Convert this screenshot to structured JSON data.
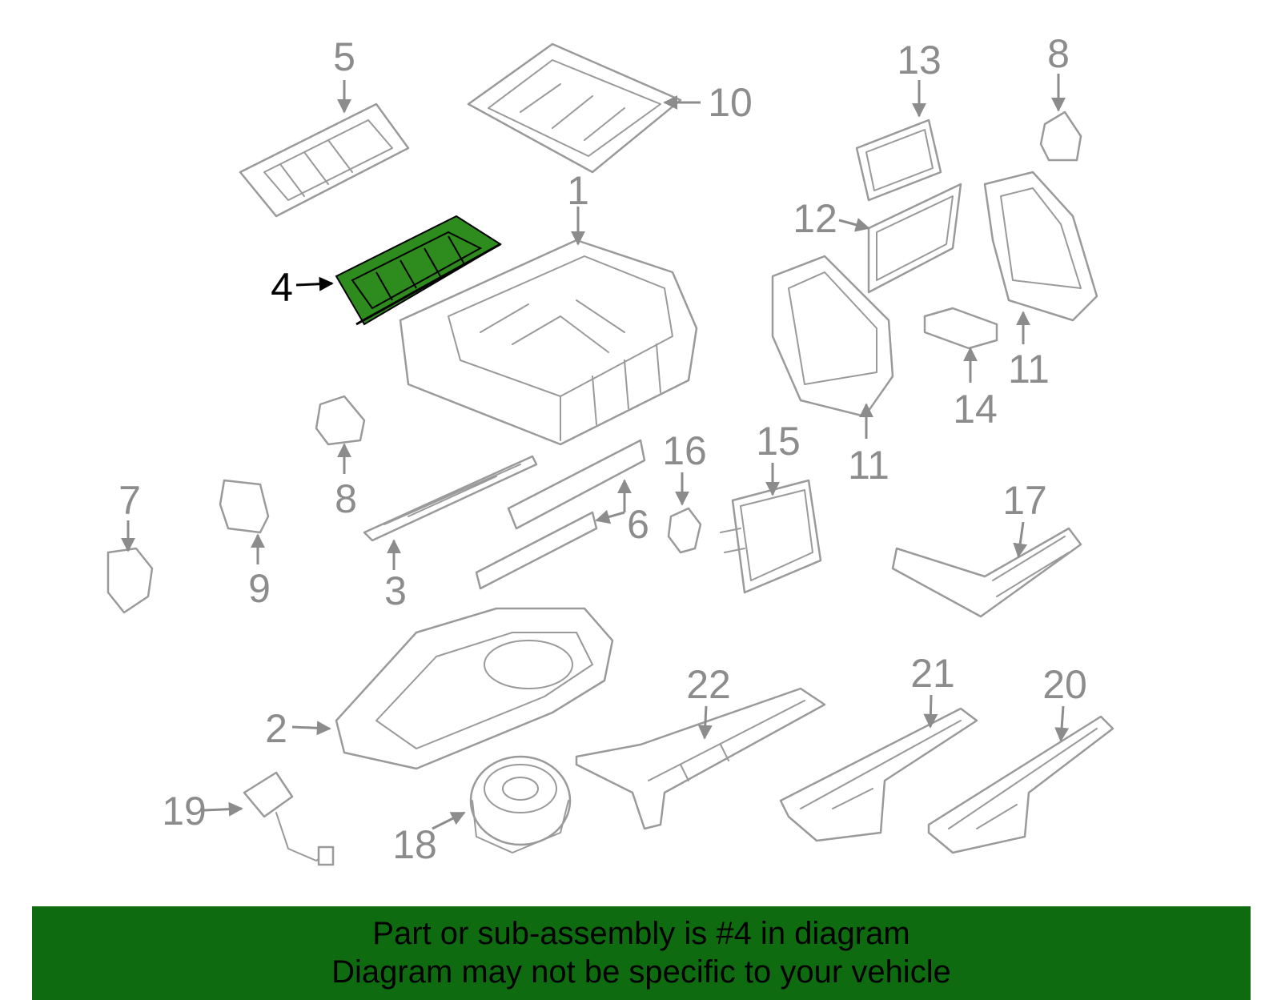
{
  "callouts": {
    "c1": "1",
    "c2": "2",
    "c3": "3",
    "c4": "4",
    "c5": "5",
    "c6": "6",
    "c7": "7",
    "c8a": "8",
    "c8b": "8",
    "c9": "9",
    "c10": "10",
    "c11a": "11",
    "c11b": "11",
    "c12": "12",
    "c13": "13",
    "c14": "14",
    "c15": "15",
    "c16": "16",
    "c17": "17",
    "c18": "18",
    "c19": "19",
    "c20": "20",
    "c21": "21",
    "c22": "22"
  },
  "highlight": {
    "part": "4",
    "color": "#2e8b1e"
  },
  "banner": {
    "line1": "Part or sub-assembly is #4 in diagram",
    "line2": "Diagram may not be specific to your vehicle",
    "background": "#0f6b10"
  }
}
